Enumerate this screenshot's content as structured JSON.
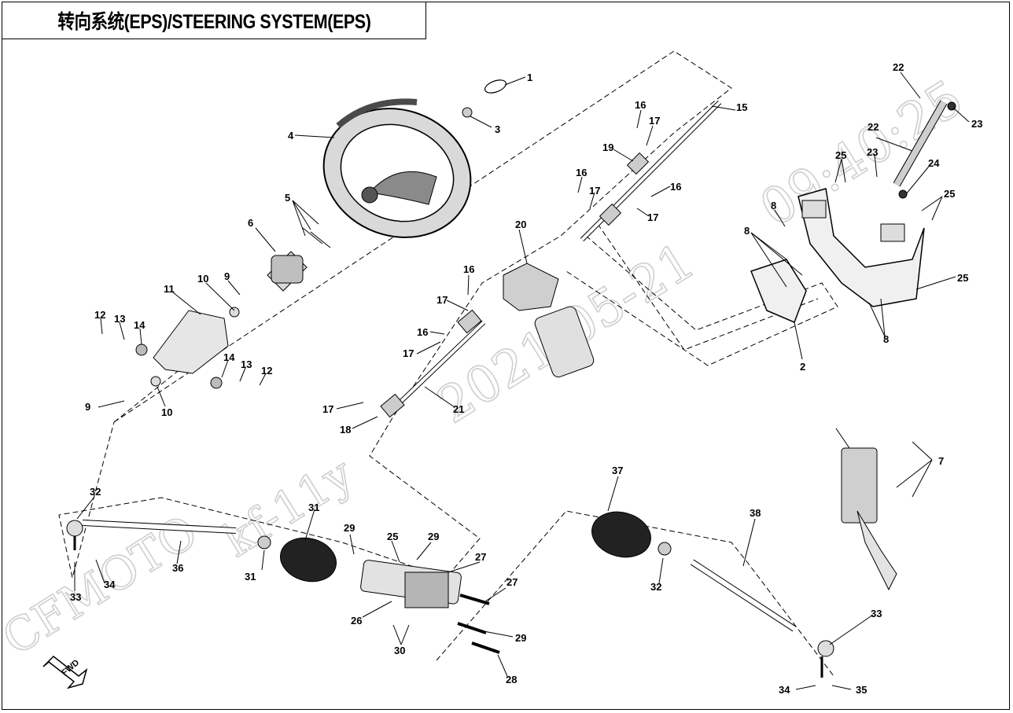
{
  "title": "转向系统(EPS)/STEERING SYSTEM(EPS)",
  "watermark": {
    "brand": "CFMOTO",
    "user": "kf-11y",
    "date": "2021-05-21",
    "time": "09:40:25"
  },
  "direction_marker": "FWD",
  "callouts": [
    "1",
    "2",
    "3",
    "4",
    "5",
    "6",
    "7",
    "8",
    "8",
    "8",
    "9",
    "9",
    "10",
    "10",
    "11",
    "12",
    "12",
    "13",
    "13",
    "14",
    "14",
    "15",
    "16",
    "16",
    "16",
    "16",
    "16",
    "17",
    "17",
    "17",
    "17",
    "17",
    "17",
    "18",
    "19",
    "20",
    "21",
    "22",
    "22",
    "23",
    "23",
    "24",
    "25",
    "25",
    "25",
    "25",
    "26",
    "27",
    "27",
    "28",
    "29",
    "29",
    "29",
    "30",
    "31",
    "31",
    "32",
    "32",
    "33",
    "33",
    "34",
    "34",
    "35",
    "36",
    "37",
    "38"
  ],
  "colors": {
    "line": "#000000",
    "watermark": "#cfcfcf",
    "part_fill": "#d9d9d9",
    "part_dark": "#4a4a4a"
  }
}
